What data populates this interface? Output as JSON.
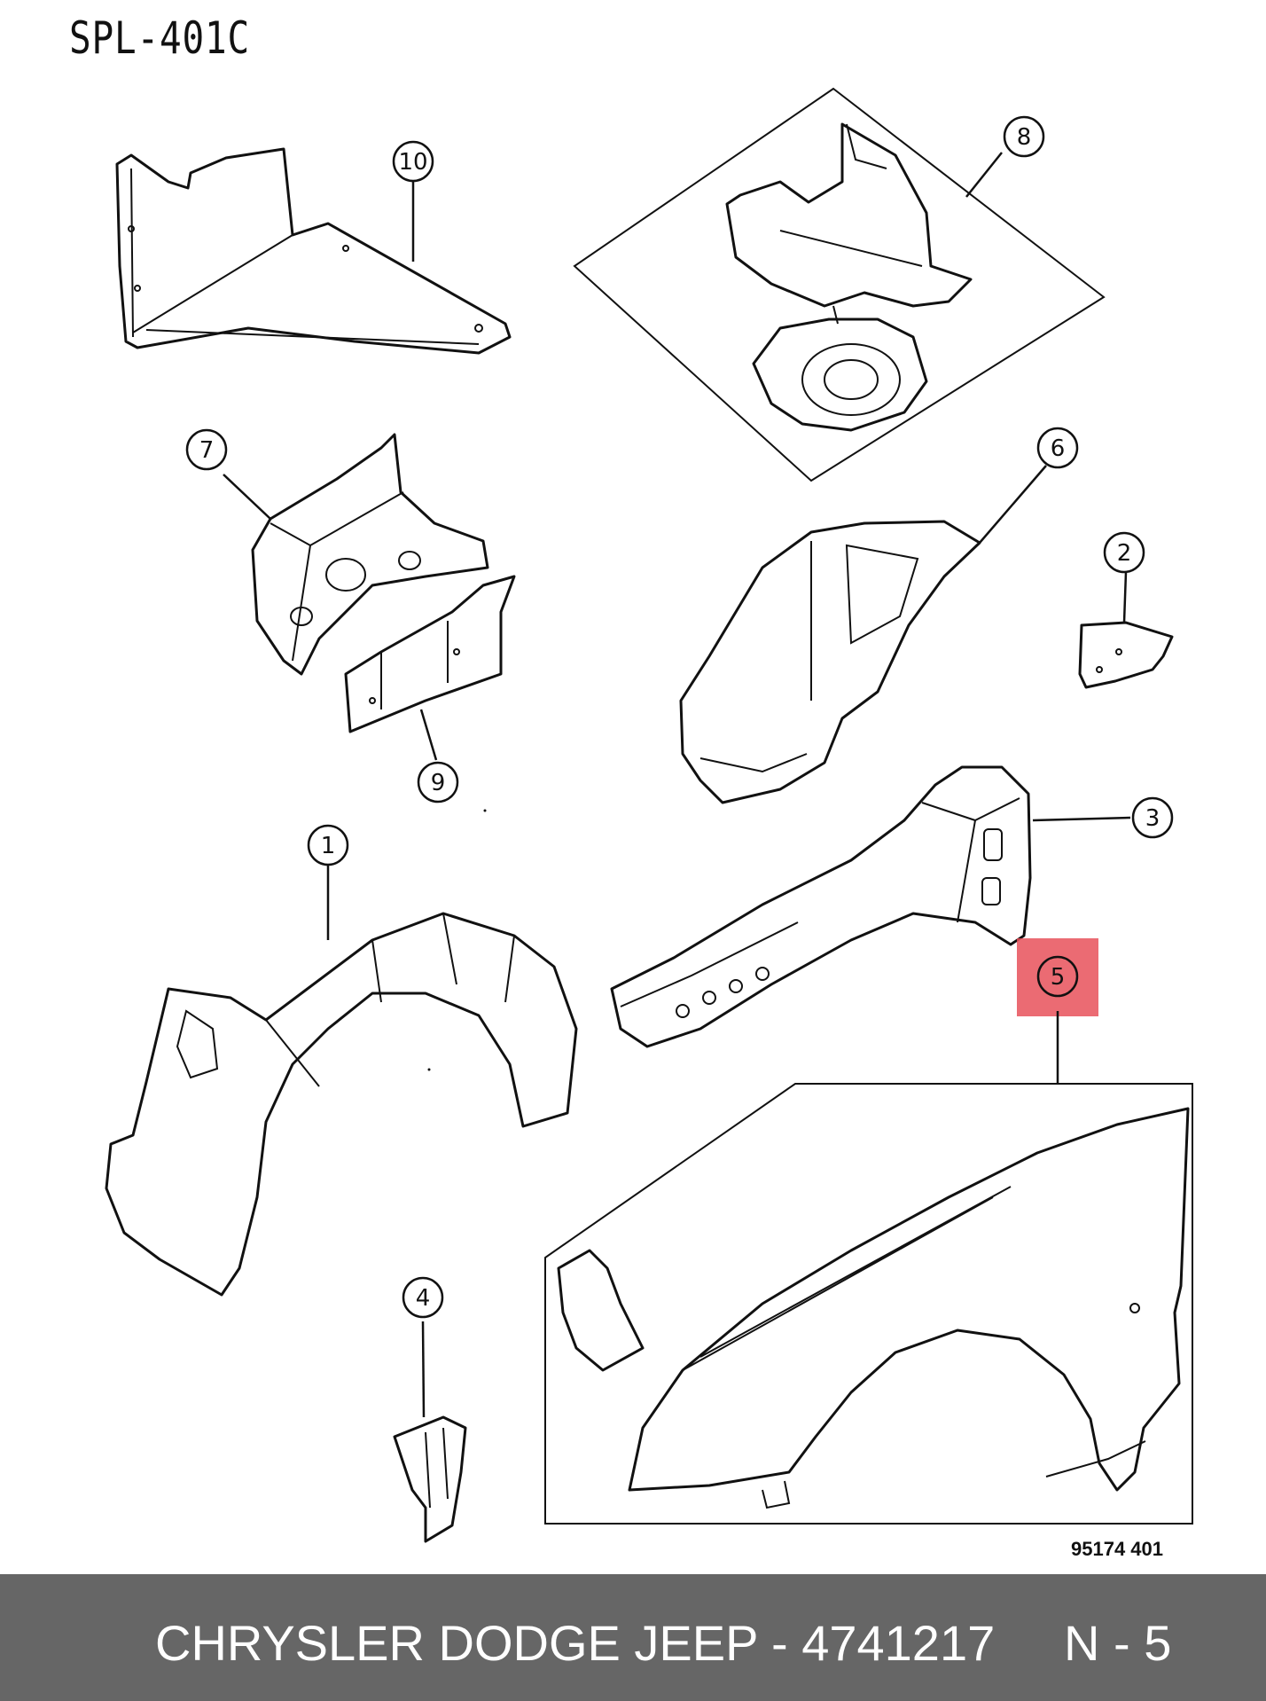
{
  "header": {
    "reference": "SPL-401C"
  },
  "figure_code": "95174  401",
  "highlight": {
    "callout": "5",
    "color": "#e8515a"
  },
  "callouts": [
    {
      "id": "c1",
      "label": "1"
    },
    {
      "id": "c2",
      "label": "2"
    },
    {
      "id": "c3",
      "label": "3"
    },
    {
      "id": "c4",
      "label": "4"
    },
    {
      "id": "c5",
      "label": "5"
    },
    {
      "id": "c6",
      "label": "6"
    },
    {
      "id": "c7",
      "label": "7"
    },
    {
      "id": "c8",
      "label": "8"
    },
    {
      "id": "c9",
      "label": "9"
    },
    {
      "id": "c10",
      "label": "10"
    }
  ],
  "footer": {
    "text": "CHRYSLER DODGE JEEP - 4741217     N - 5"
  }
}
